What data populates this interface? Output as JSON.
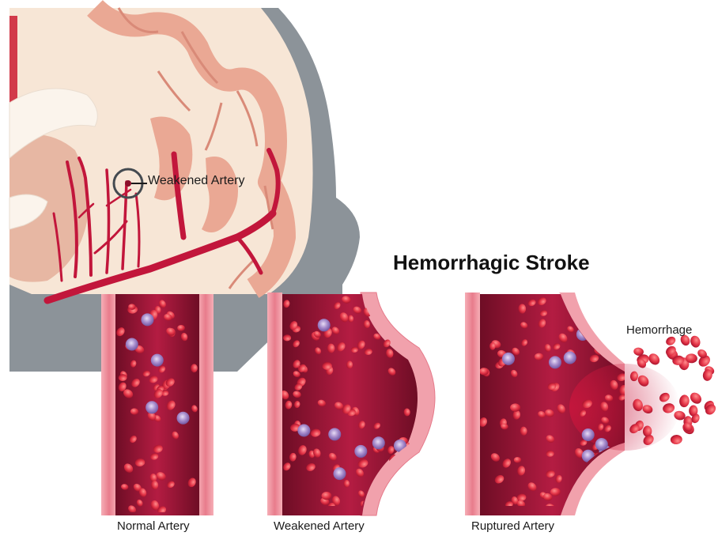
{
  "title": "Hemorrhagic Stroke",
  "callout": "Weakened Artery",
  "panels": {
    "normal": "Normal Artery",
    "weakened": "Weakened Artery",
    "ruptured": "Ruptured Artery"
  },
  "hemorrhage": "Hemorrhage",
  "colors": {
    "background": "#ffffff",
    "skull_gray": "#8a9096",
    "brain_tissue": "#f3d9c8",
    "cortex": "#e7a391",
    "artery_red": "#c2163b",
    "vessel_wall": "#e77a8a",
    "vessel_lumen": "#a8163a",
    "red_blood_cell": "#e43548",
    "white_blood_cell": "#9d7fc4"
  }
}
